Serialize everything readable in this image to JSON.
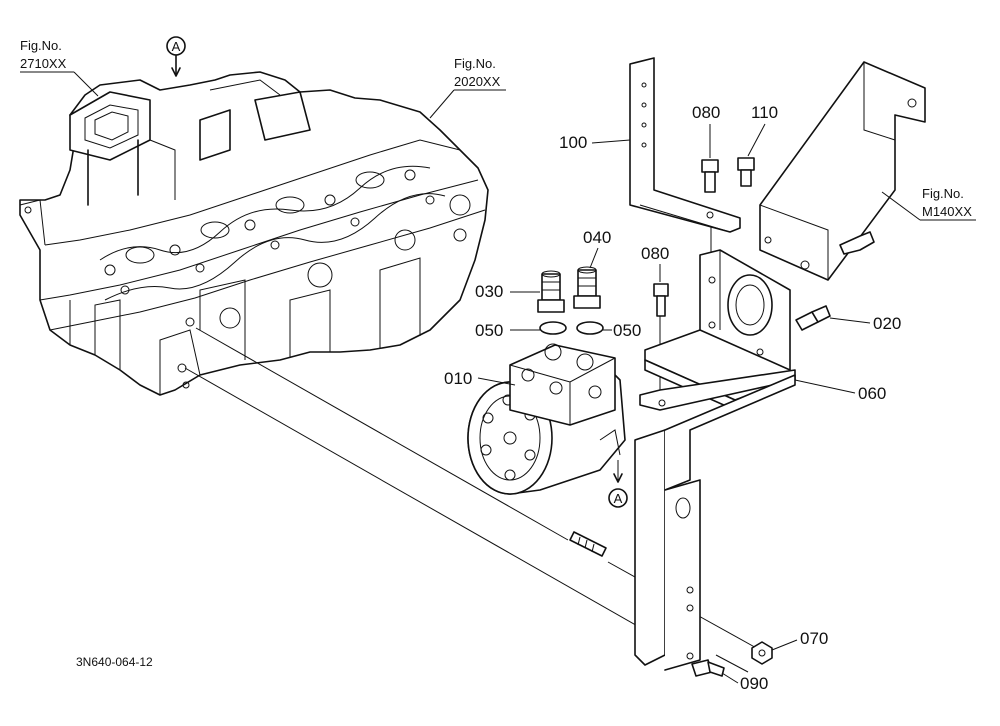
{
  "figure_refs": [
    {
      "id": "fig-2710",
      "line1": "Fig.No.",
      "line2": "2710XX"
    },
    {
      "id": "fig-2020",
      "line1": "Fig.No.",
      "line2": "2020XX"
    },
    {
      "id": "fig-m140",
      "line1": "Fig.No.",
      "line2": "M140XX"
    }
  ],
  "callouts": {
    "a_top": "A",
    "a_bottom": "A"
  },
  "parts": {
    "p010": "010",
    "p020": "020",
    "p030": "030",
    "p040": "040",
    "p050_left": "050",
    "p050_right": "050",
    "p060": "060",
    "p070": "070",
    "p080_top": "080",
    "p080_mid": "080",
    "p090": "090",
    "p100": "100",
    "p110": "110"
  },
  "drawing_code": "3N640-064-12"
}
